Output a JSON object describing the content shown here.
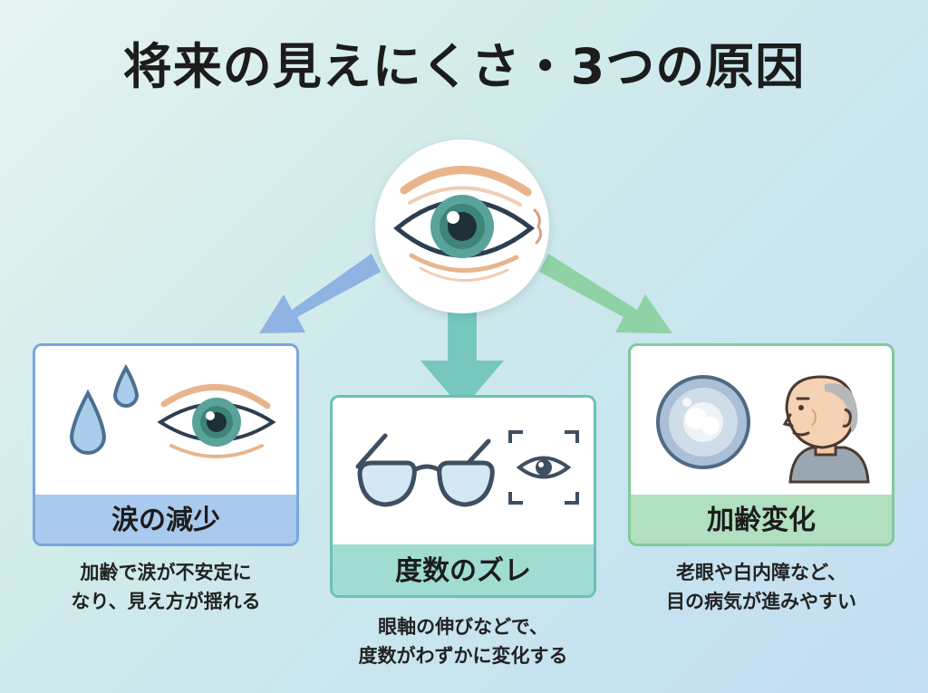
{
  "title": "将来の見えにくさ・3つの原因",
  "causes": [
    {
      "label": "涙の減少",
      "description": [
        "加齢で涙が不安定に",
        "なり、見え方が揺れる"
      ],
      "icons": [
        "tear-drops-icon",
        "eye-icon"
      ],
      "color": "#7aa5dd"
    },
    {
      "label": "度数のズレ",
      "description": [
        "眼軸の伸びなどで、",
        "度数がわずかに変化する"
      ],
      "icons": [
        "eyeglasses-icon",
        "eye-scan-icon"
      ],
      "color": "#6bc1b5"
    },
    {
      "label": "加齢変化",
      "description": [
        "老眼や白内障など、",
        "目の病気が進みやすい"
      ],
      "icons": [
        "cloudy-lens-icon",
        "elderly-man-icon"
      ],
      "color": "#82c99b"
    }
  ],
  "center_icon": "aging-eye-icon"
}
